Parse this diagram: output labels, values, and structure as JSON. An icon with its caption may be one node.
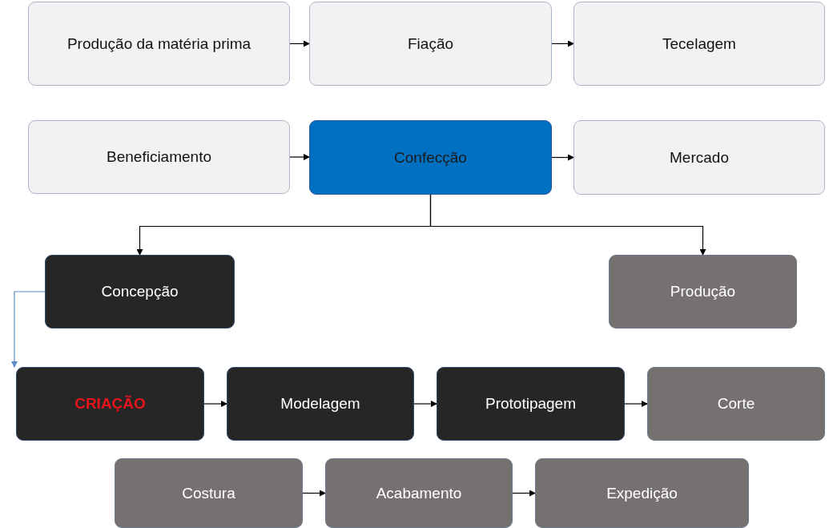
{
  "diagram": {
    "nodes": [
      {
        "text": [
          "Produção da matéria prima"
        ]
      },
      {
        "text": [
          "Fiação"
        ]
      },
      {
        "text": [
          "Tecelagem"
        ]
      },
      {
        "text": [
          "Beneficiamento"
        ]
      },
      {
        "text": [
          "Confecção"
        ]
      },
      {
        "text": [
          "Mercado"
        ]
      },
      {
        "text": [
          "Concepção"
        ]
      },
      {
        "text": [
          "Produção"
        ]
      },
      {
        "text": [
          "CRIAÇÃO"
        ]
      },
      {
        "text": [
          "Modelagem"
        ]
      },
      {
        "text": [
          "Prototipagem"
        ]
      },
      {
        "text": [
          "Corte"
        ]
      },
      {
        "text": [
          "Costura"
        ]
      },
      {
        "text": [
          "Acabamento"
        ]
      },
      {
        "text": [
          "Expedição"
        ]
      }
    ],
    "edges": [
      {
        "from": 0,
        "to": 1,
        "arrow": "to"
      },
      {
        "from": 1,
        "to": 2,
        "arrow": "to"
      },
      {
        "from": 3,
        "to": 4,
        "arrow": "to"
      },
      {
        "from": 4,
        "to": 5,
        "arrow": "to"
      },
      {
        "from": 4,
        "to": 6,
        "arrow": "to"
      },
      {
        "from": 4,
        "to": 7,
        "arrow": "to"
      },
      {
        "from": 6,
        "to": 8,
        "arrow": "to",
        "color": "#5b8cc9"
      },
      {
        "from": 8,
        "to": 9,
        "arrow": "to"
      },
      {
        "from": 9,
        "to": 10,
        "arrow": "to"
      },
      {
        "from": 10,
        "to": 11,
        "arrow": "to"
      },
      {
        "from": 12,
        "to": 13,
        "arrow": "to"
      },
      {
        "from": 13,
        "to": 14,
        "arrow": "to"
      }
    ]
  }
}
